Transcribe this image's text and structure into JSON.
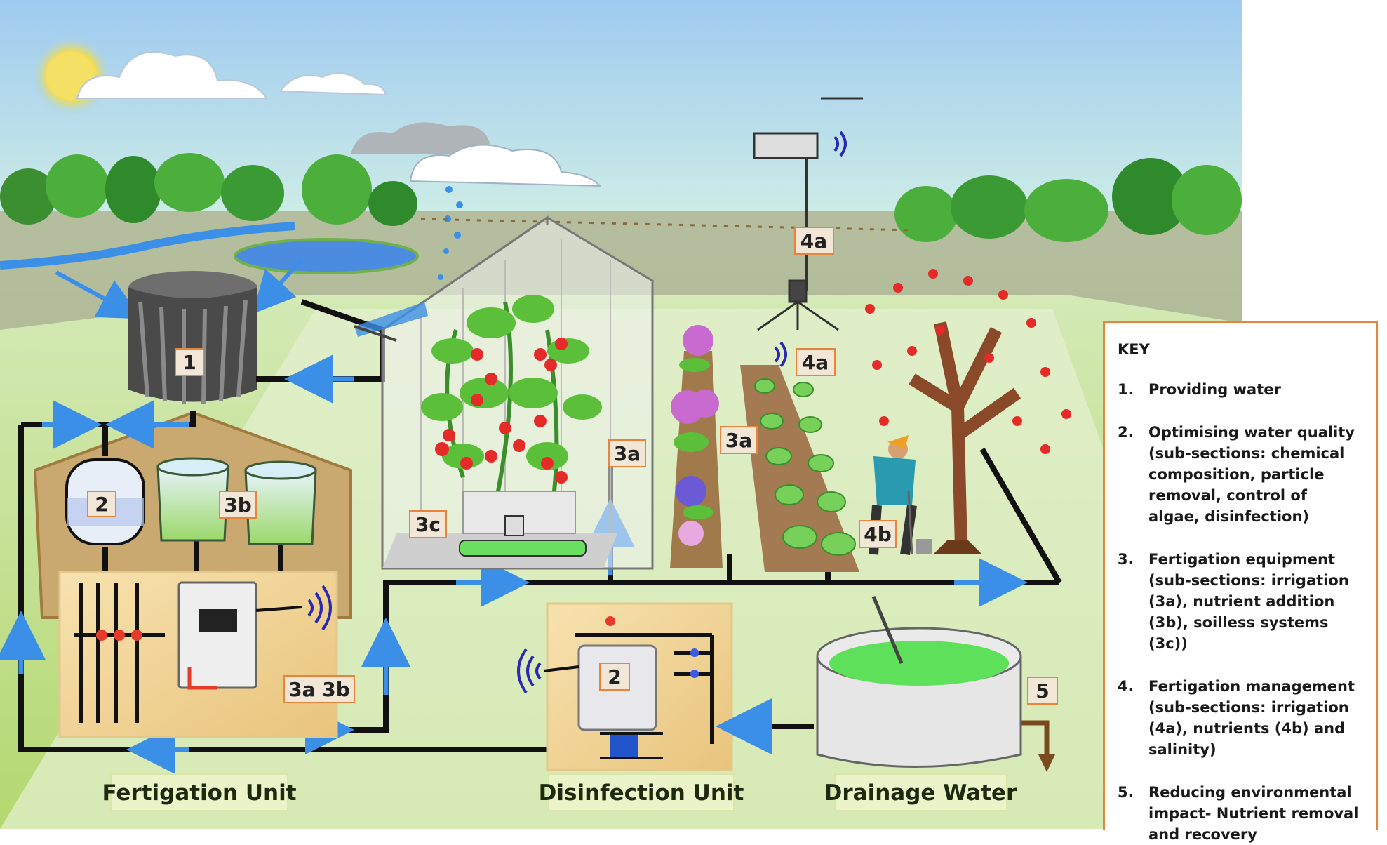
{
  "labels": {
    "tank_1": "1",
    "filter_2_left": "2",
    "tanks_3b": "3b",
    "controller_3a3b": "3a 3b",
    "greenhouse_3c": "3c",
    "greenhouse_3a": "3a",
    "row_3a": "3a",
    "weather_4a": "4a",
    "sensor_4a": "4a",
    "farmer_4b": "4b",
    "disinfection_2": "2",
    "drainage_5": "5"
  },
  "units": {
    "fertigation": "Fertigation Unit",
    "disinfection": "Disinfection Unit",
    "drainage": "Drainage Water"
  },
  "key": {
    "title": "KEY",
    "items": [
      {
        "num": "1.",
        "text": "Providing water"
      },
      {
        "num": "2.",
        "text": "Optimising water quality (sub-sections: chemical composition, particle removal, control of algae, disinfection)"
      },
      {
        "num": "3.",
        "text": "Fertigation equipment (sub-sections: irrigation (3a), nutrient addition (3b), soilless systems (3c))"
      },
      {
        "num": "4.",
        "text": "Fertigation management (sub-sections: irrigation (4a), nutrients (4b) and salinity)"
      },
      {
        "num": "5.",
        "text": "Reducing environmental impact- Nutrient removal and recovery"
      }
    ]
  },
  "colors": {
    "sky_top": "#a9d0f2",
    "sky_bottom": "#c8e8e0",
    "grass": "#c4df8a",
    "pipe": "#111111",
    "flow_arrow": "#3b8fe6",
    "label_border": "#e8843c",
    "unit_box": "#f3d9a0",
    "drain_water": "#5fe05a",
    "tomato": "#e52a2a",
    "drain_arrow": "#7a4a1f"
  },
  "icons": [
    "sun-icon",
    "cloud-icon",
    "rain-cloud-icon",
    "tree-icon",
    "weather-station-icon",
    "wireless-signal-icon",
    "greenhouse-icon",
    "tomato-plant-icon",
    "flower-pot-icon",
    "lettuce-icon",
    "apple-tree-icon",
    "farmer-icon",
    "water-tank-icon",
    "drainage-pond-icon",
    "uv-disinfection-unit-icon",
    "controller-box-icon",
    "flow-arrow-icon"
  ]
}
